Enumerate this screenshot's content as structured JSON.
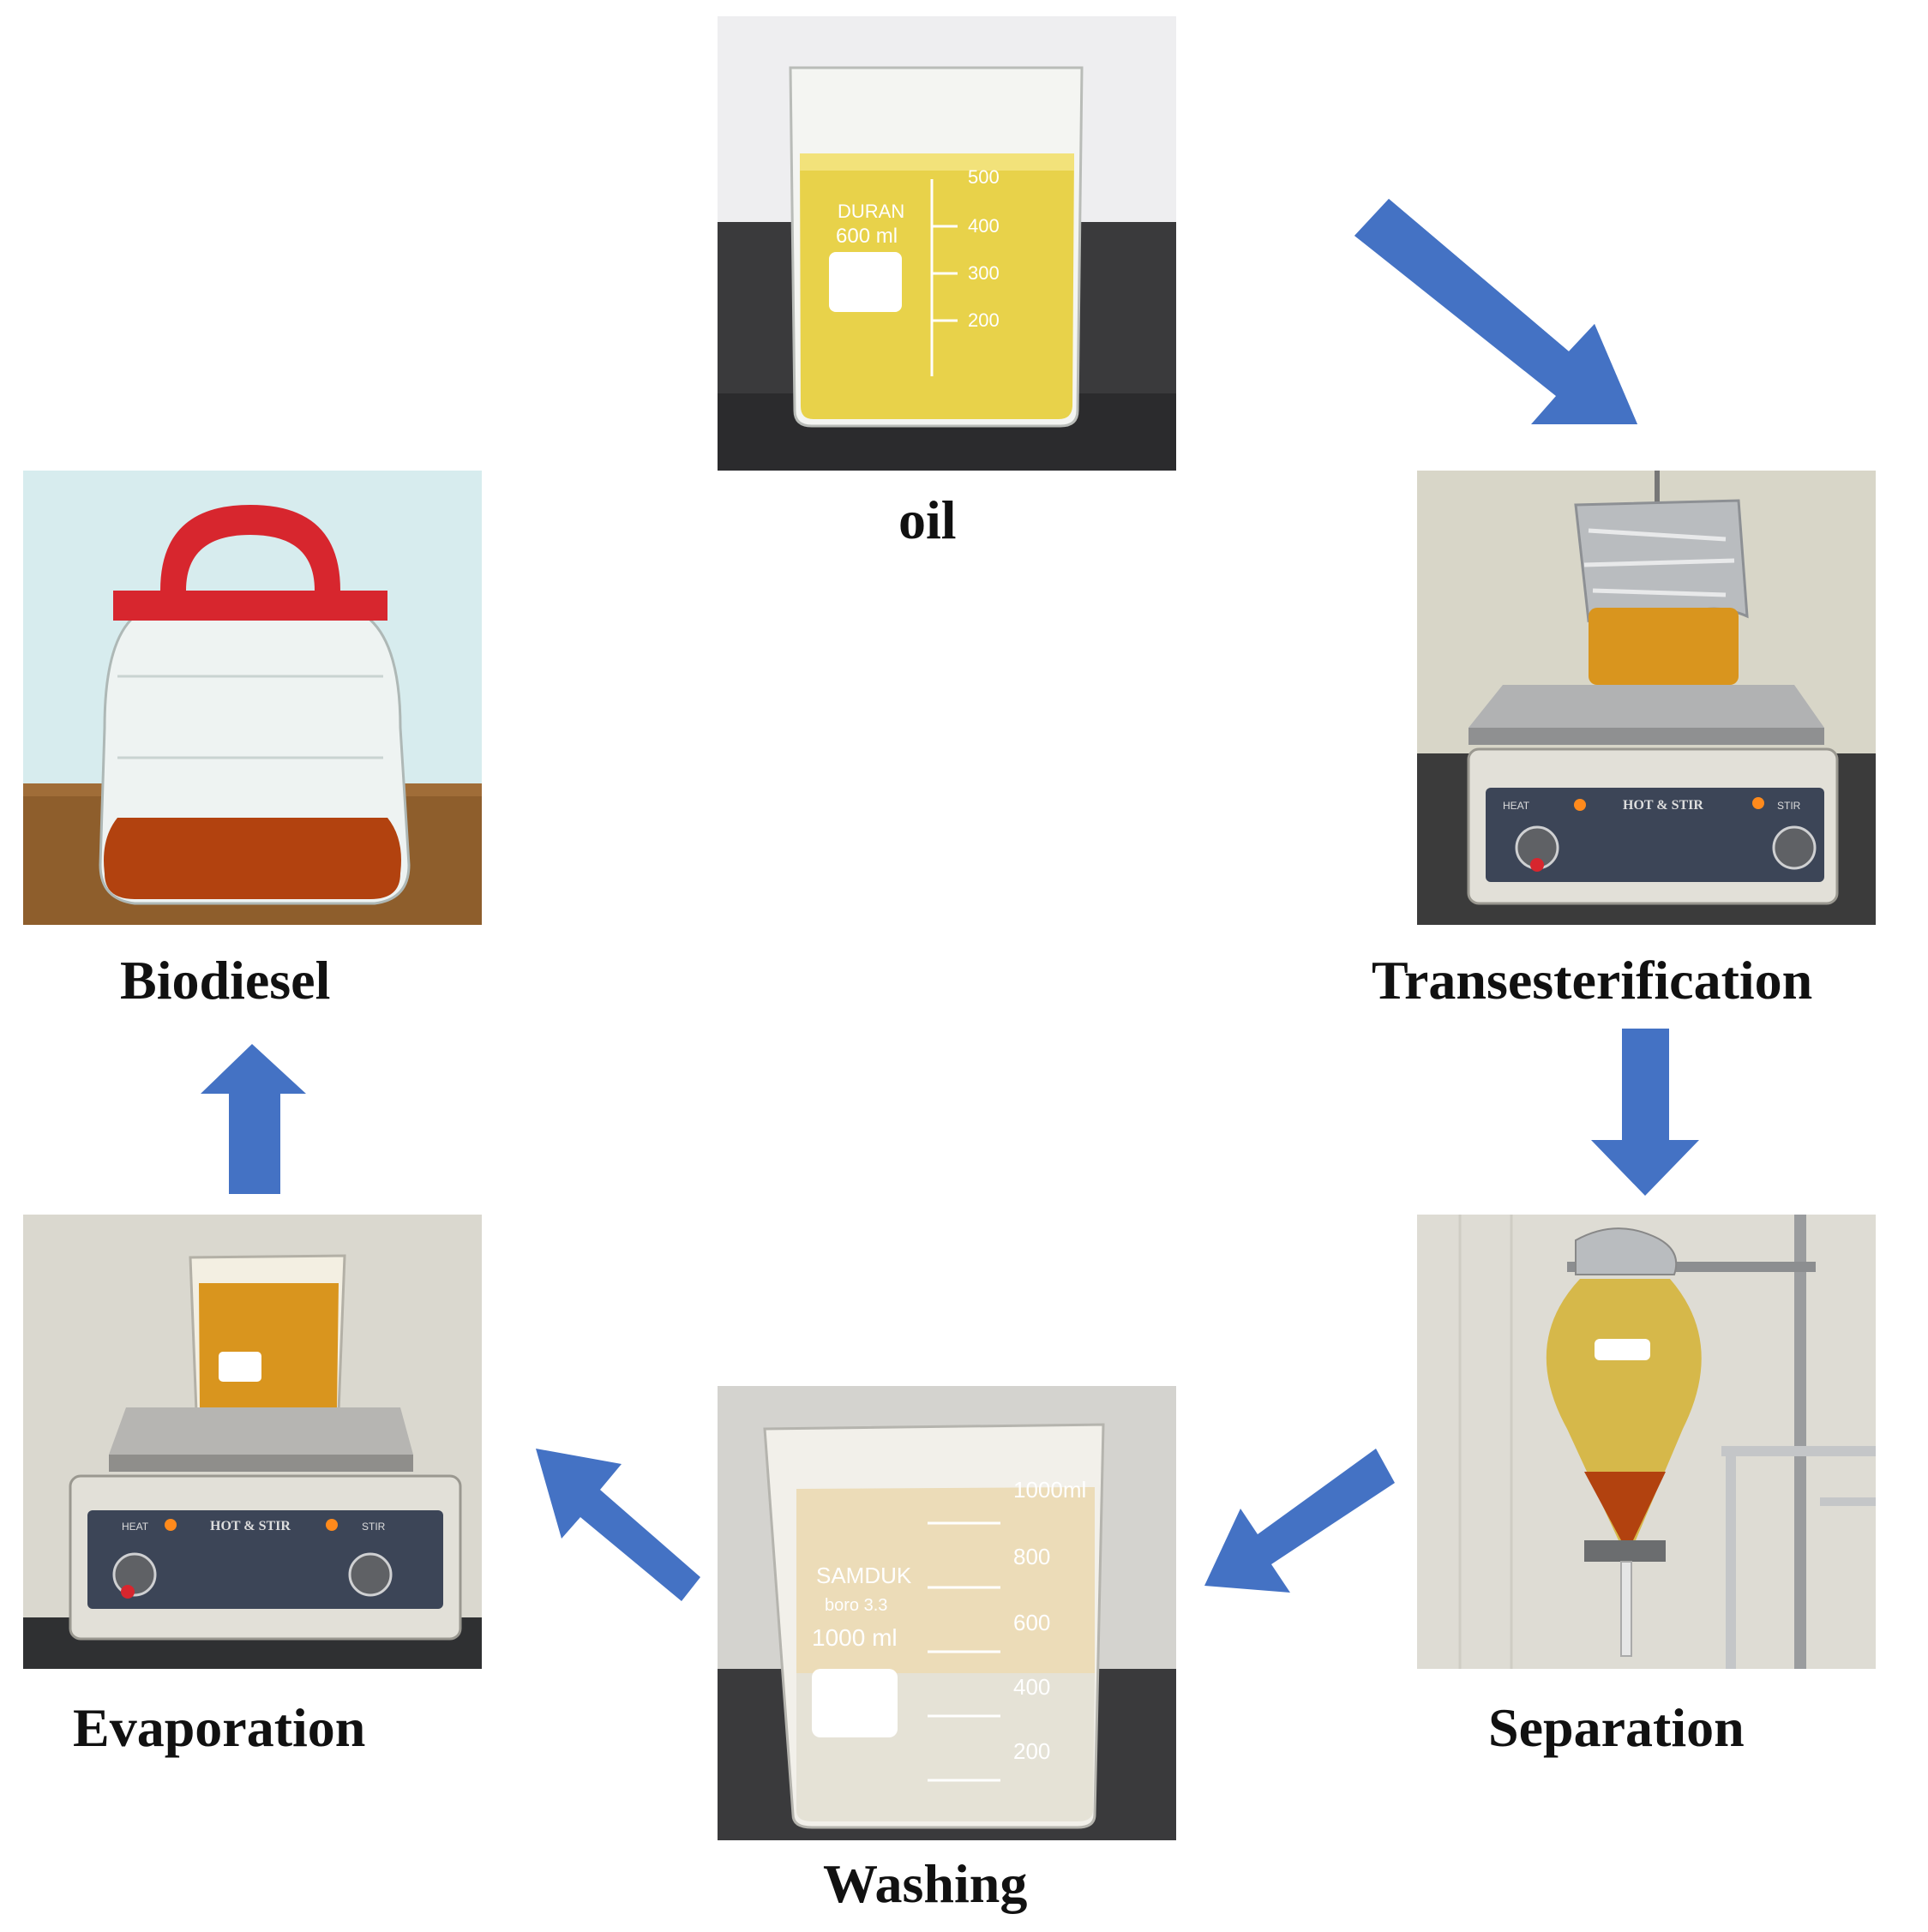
{
  "steps": {
    "oil": {
      "label": "oil",
      "beaker_text": "DURAN",
      "beaker_volume": "600 ml",
      "marks": [
        "500",
        "400",
        "300",
        "200"
      ]
    },
    "transesterification": {
      "label": "Transesterification",
      "device_text": "HOT & STIR",
      "left_knob": "HEAT",
      "right_knob": "STIR"
    },
    "separation": {
      "label": "Separation"
    },
    "washing": {
      "label": "Washing",
      "beaker_brand": "SAMDUK",
      "beaker_sub": "boro 3.3",
      "beaker_volume": "1000 ml",
      "marks": [
        "1000ml",
        "800",
        "600",
        "400",
        "200"
      ]
    },
    "evaporation": {
      "label": "Evaporation",
      "device_text": "HOT & STIR",
      "left_knob": "HEAT",
      "right_knob": "STIR"
    },
    "biodiesel": {
      "label": "Biodiesel"
    }
  },
  "colors": {
    "arrow": "#4472C4",
    "oil": "#E8D24A",
    "biodiesel": "#B2420F",
    "amber": "#D9951E",
    "cap_red": "#D7262E"
  },
  "icons": {
    "arrow": "block-arrow-icon"
  }
}
